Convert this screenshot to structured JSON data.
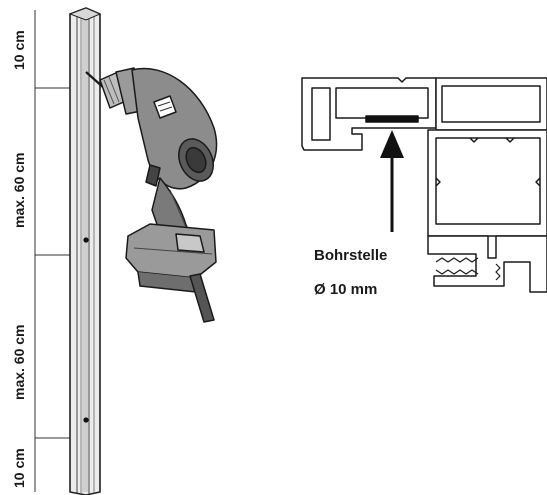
{
  "left_illustration": {
    "dimensions": [
      {
        "label": "10 cm"
      },
      {
        "label": "max. 60 cm"
      },
      {
        "label": "max. 60 cm"
      },
      {
        "label": "10 cm"
      }
    ]
  },
  "right_illustration": {
    "drill_point_label": "Bohrstelle",
    "diameter_label": "Ø 10 mm"
  }
}
